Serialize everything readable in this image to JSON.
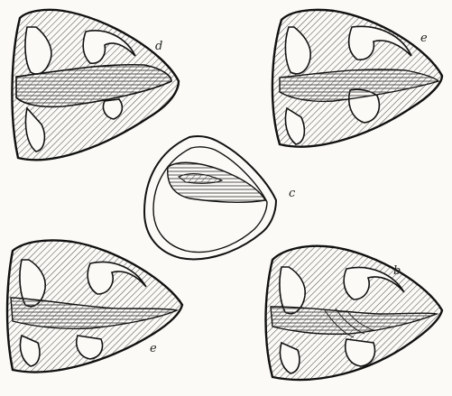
{
  "figure": {
    "labels": {
      "a": "d",
      "b": "e",
      "c": "c",
      "d": "e",
      "e": "b"
    }
  }
}
